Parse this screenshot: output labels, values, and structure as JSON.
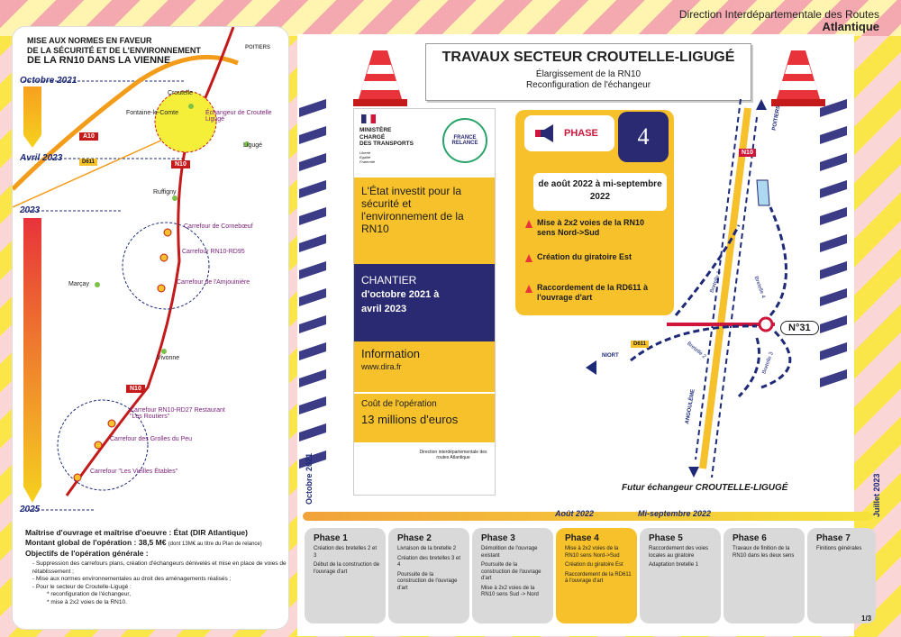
{
  "header": {
    "org_line1": "Direction Interdépartementale des Routes",
    "org_line2": "Atlantique"
  },
  "left_panel": {
    "title_line1": "MISE AUX NORMES EN FAVEUR",
    "title_line2": "DE LA SÉCURITÉ ET DE L'ENVIRONNEMENT",
    "title_line3": "DE LA RN10 DANS LA VIENNE",
    "city_logo": "POITIERS",
    "time_labels": [
      "Octobre 2021",
      "Avril 2023",
      "2023",
      "2025"
    ],
    "roads": [
      "A10",
      "D611",
      "N10",
      "N10"
    ],
    "places": [
      "Croutelle",
      "Fontaine-le-Comte",
      "Ligugé",
      "Ruffigny",
      "Marçay",
      "Vivonne"
    ],
    "junctions": [
      "Échangeur de Croutelle Ligugé",
      "Carrefour de Cornebœuf",
      "Carrefour RN10-RD95",
      "Carrefour de l'Amjouinière",
      "Carrefour RN10-RD27 Restaurant \"Les Routiers\"",
      "Carrefour des Grolles du Peu",
      "Carrefour \"Les Vieilles Étables\""
    ],
    "owner_line": "Maîtrise d'ouvrage et maîtrise d'oeuvre : État (DIR Atlantique)",
    "amount_line": "Montant global de l'opération : 38,5 M€",
    "amount_note": "(dont 13M€ au titre du Plan de relance)",
    "objectives_title": "Objectifs de l'opération générale :",
    "objectives": [
      "- Suppression des carrefours plans, création d'échangeurs dénivelés et mise en place de voies de rétablissement ;",
      "- Mise aux normes environnementales au droit des aménagements réalisés ;",
      "- Pour le secteur de Croutelle-Ligugé :"
    ],
    "sub_objectives": [
      "* reconfiguration de l'échangeur,",
      "* mise à 2x2 voies de la RN10."
    ]
  },
  "titlebox": {
    "title": "TRAVAUX SECTEUR CROUTELLE-LIGUGÉ",
    "sub1": "Élargissement de la RN10",
    "sub2": "Reconfiguration de l'échangeur"
  },
  "flyer": {
    "ministry": [
      "MINISTÈRE",
      "CHARGÉ",
      "DES TRANSPORTS"
    ],
    "motto": [
      "Liberté",
      "Égalité",
      "Fraternité"
    ],
    "relance": "FRANCE RELANCE",
    "headline": "L'État investit pour la sécurité et l'environnement de la RN10",
    "chantier_label": "CHANTIER",
    "chantier_dates": "d'octobre 2021 à avril 2023",
    "info_label": "Information",
    "info_url": "www.dira.fr",
    "cost_label": "Coût de l'opération",
    "cost_value": "13 millions d'euros",
    "footer_org": "Direction interdépartementale des routes Atlantique"
  },
  "phase_card": {
    "label": "PHASE",
    "number": "4",
    "dates": "de août 2022 à mi-septembre 2022",
    "items": [
      "Mise à 2x2 voies de la RN10 sens Nord->Sud",
      "Création du giratoire Est",
      "Raccordement de la RD611 à l'ouvrage d'art"
    ]
  },
  "map": {
    "road": "N10",
    "dest_north": "POITIERS",
    "dest_south": "ANGOULÊME",
    "dest_west": "NIORT",
    "d611": "D611",
    "exit": "N°31",
    "bretelles": [
      "Bretelle 1",
      "Bretelle 2",
      "Bretelle 3",
      "Bretelle 4"
    ],
    "caption": "Futur échangeur CROUTELLE-LIGUGÉ"
  },
  "timeline": {
    "start": "Octobre 2021",
    "end": "Juillet 2023",
    "mid1": "Août 2022",
    "mid2": "Mi-septembre 2022",
    "phases": [
      {
        "name": "Phase 1",
        "items": [
          "Création des bretelles 2 et 3",
          "Début de la construction de l'ouvrage d'art"
        ]
      },
      {
        "name": "Phase 2",
        "items": [
          "Livraison de la bretelle 2",
          "Création des bretelles 3 et 4",
          "Poursuite de la construction de l'ouvrage d'art"
        ]
      },
      {
        "name": "Phase 3",
        "items": [
          "Démolition de l'ouvrage existant",
          "Poursuite de la construction de l'ouvrage d'art",
          "Mise à 2x2 voies de la RN10 sens Sud -> Nord"
        ]
      },
      {
        "name": "Phase 4",
        "items": [
          "Mise à 2x2 voies de la RN10 sens Nord->Sud",
          "Création du giratoire Est",
          "Raccordement de la RD611 à l'ouvrage d'art"
        ]
      },
      {
        "name": "Phase 5",
        "items": [
          "Raccordement des voies locales au giratoire",
          "Adaptation bretelle 1"
        ]
      },
      {
        "name": "Phase 6",
        "items": [
          "Travaux de finition de la RN10 dans les deux sens"
        ]
      },
      {
        "name": "Phase 7",
        "items": [
          "Finitions générales"
        ]
      }
    ]
  },
  "page": "1/3",
  "colors": {
    "navy": "#2a2a73",
    "yellow": "#f6c12a",
    "red": "#d0163a"
  }
}
